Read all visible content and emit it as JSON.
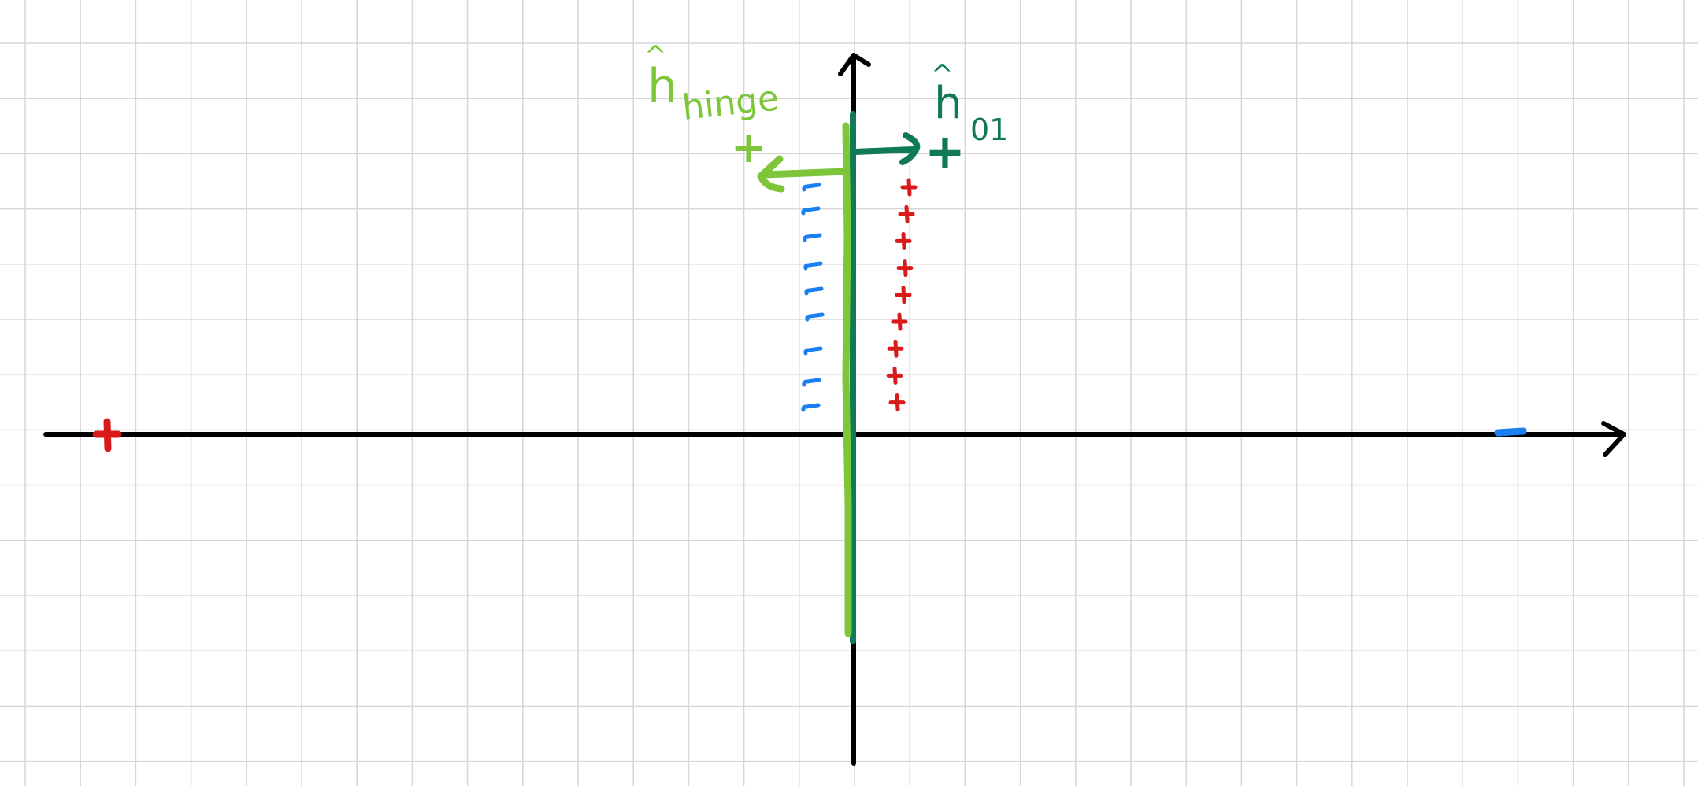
{
  "colors": {
    "grid": "#d6d6d6",
    "axes": "#000000",
    "hinge": "#7dc63a",
    "zero_one": "#0f7a55",
    "positive_points": "#d91a1a",
    "negative_points": "#1a7ff0"
  },
  "labels": {
    "hinge_hat": "^",
    "hinge_h": "h",
    "hinge_sub": "hinge",
    "zero_one_hat": "^",
    "zero_one_h": "h",
    "zero_one_sub": "01",
    "plus": "+",
    "minus": "−"
  },
  "points": {
    "positive_cluster_count": 9,
    "negative_cluster_count": 9
  }
}
